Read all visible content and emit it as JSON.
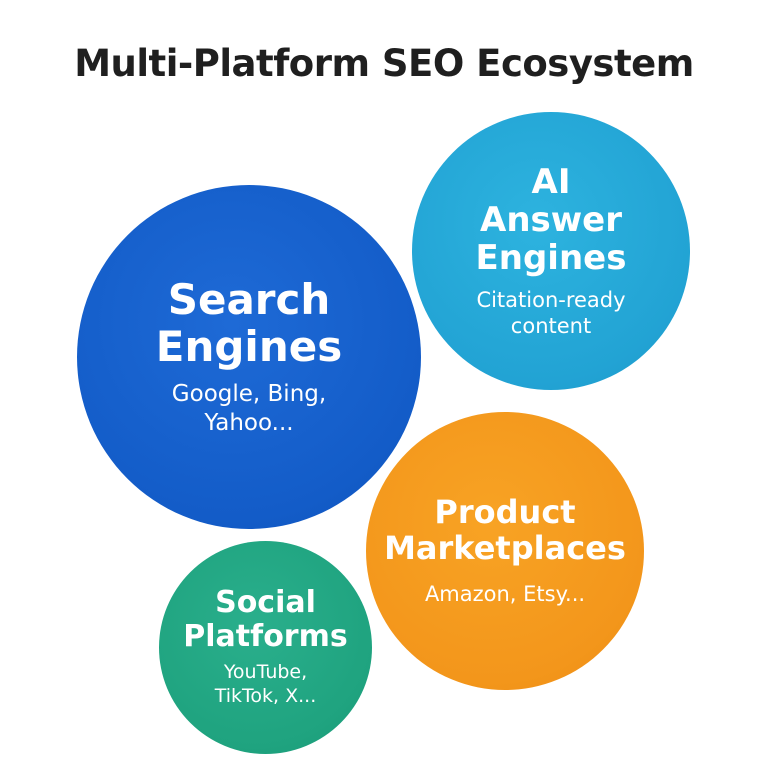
{
  "title": "Multi-Platform SEO Ecosystem",
  "bubbles": {
    "search": {
      "heading": "Search\nEngines",
      "sub": "Google, Bing,\nYahoo...",
      "color": "#135cc8"
    },
    "ai": {
      "heading": "AI\nAnswer\nEngines",
      "sub": "Citation-ready\ncontent",
      "color": "#22a3d4"
    },
    "product": {
      "heading": "Product\nMarketplaces",
      "sub": "Amazon, Etsy...",
      "color": "#f3961b"
    },
    "social": {
      "heading": "Social\nPlatforms",
      "sub": "YouTube,\nTikTok, X...",
      "color": "#1fa37f"
    }
  }
}
